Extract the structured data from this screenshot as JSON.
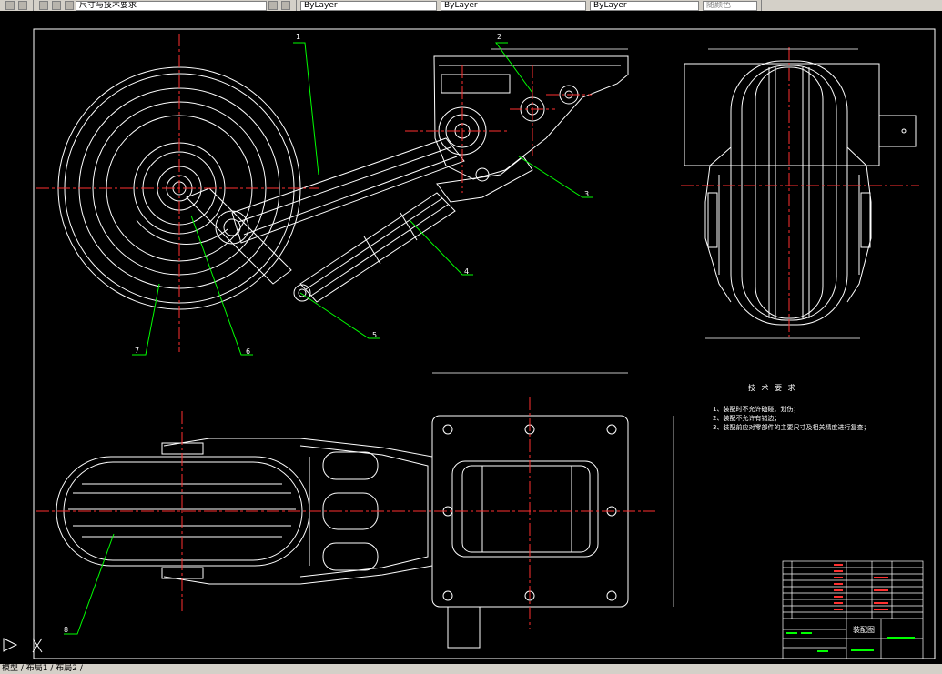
{
  "toolbar": {
    "text_style": "尺寸与技术要求",
    "layer_color": "ByLayer",
    "layer_linetype": "ByLayer",
    "layer_lineweight": "ByLayer",
    "plot_style": "随颜色"
  },
  "drawing": {
    "callouts": [
      "1",
      "2",
      "3",
      "4",
      "5",
      "6",
      "7",
      "8"
    ],
    "tech_title": "技 术 要 求",
    "tech_lines": [
      "1、装配时不允许磕碰、划伤；",
      "2、装配不允许有错边；",
      "3、装配前应对零部件的主要尺寸及相关精度进行复查；"
    ],
    "title_block_name": "装配图"
  },
  "status": {
    "layout_tabs": "模型 / 布局1 / 布局2 /"
  },
  "colors": {
    "background": "#000000",
    "outline": "#ffffff",
    "centerline": "#ff3030",
    "leader": "#00ff00",
    "frame": "#ffffff"
  }
}
